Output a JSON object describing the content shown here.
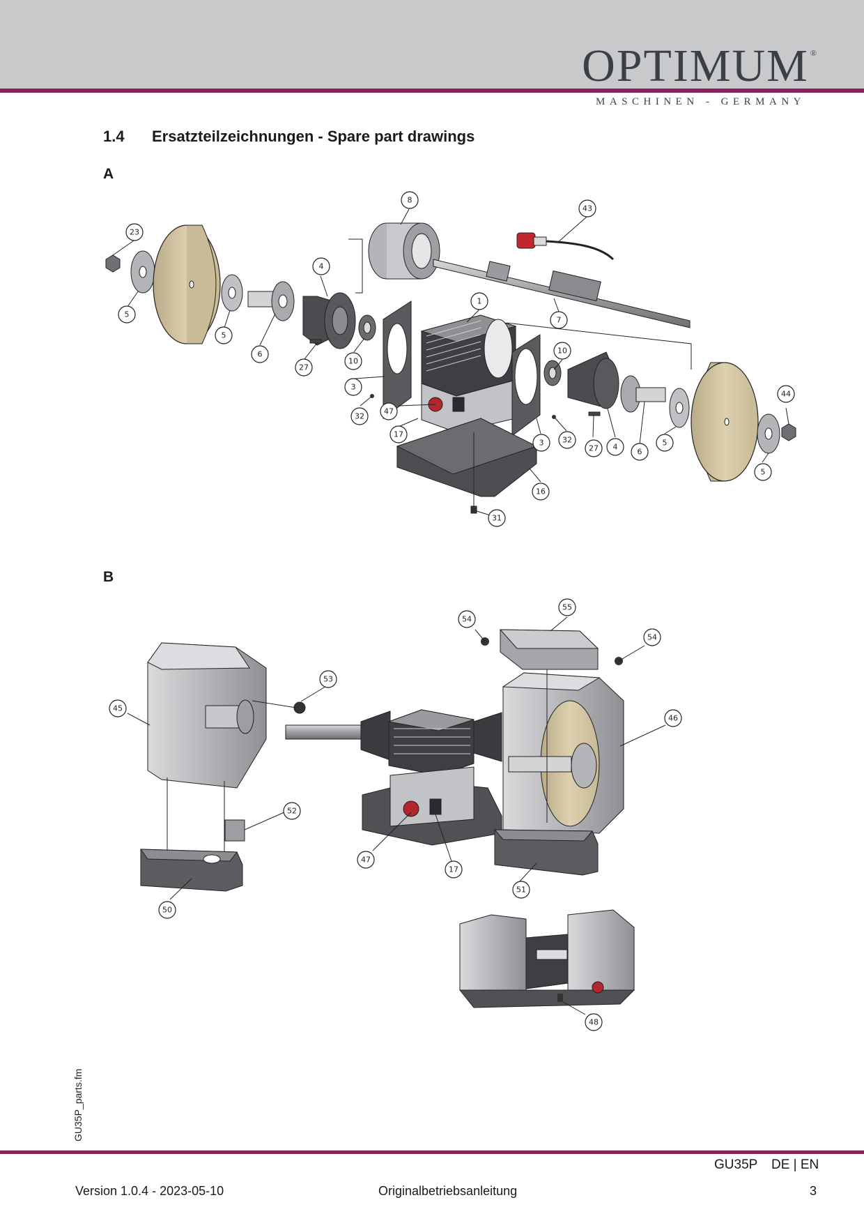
{
  "header": {
    "brand": "OPTIMUM",
    "registered": "®",
    "tagline": "MASCHINEN - GERMANY"
  },
  "section": {
    "number": "1.4",
    "title": "Ersatzteilzeichnungen - Spare part drawings"
  },
  "figures": {
    "A": {
      "label": "A",
      "callouts": [
        "23",
        "5",
        "5",
        "8",
        "4",
        "6",
        "27",
        "10",
        "3",
        "32",
        "47",
        "17",
        "1",
        "43",
        "7",
        "10",
        "3",
        "32",
        "27",
        "4",
        "6",
        "5",
        "5",
        "44",
        "16",
        "31"
      ]
    },
    "B": {
      "label": "B",
      "callouts": [
        "54",
        "55",
        "54",
        "53",
        "45",
        "46",
        "52",
        "47",
        "17",
        "51",
        "50",
        "48"
      ]
    }
  },
  "sidebar_file": "GU35P_parts.fm",
  "footer": {
    "model": "GU35P",
    "languages": "DE | EN",
    "version": "Version 1.0.4 - 2023-05-10",
    "document": "Originalbetriebsanleitung",
    "page": "3"
  },
  "colors": {
    "accent": "#8a1f5a",
    "header_band": "#c8c9cb",
    "wheel": "#d6c9a8",
    "machine_dark": "#4a4b4e",
    "machine_light": "#b9babd"
  }
}
